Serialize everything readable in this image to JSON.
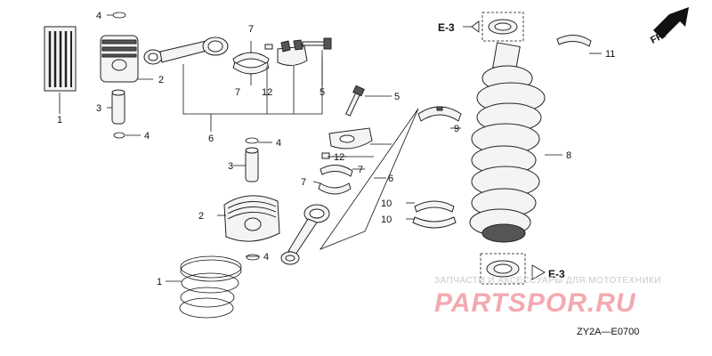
{
  "callouts": {
    "c1a": "1",
    "c1b": "1",
    "c2a": "2",
    "c2b": "2",
    "c3a": "3",
    "c3b": "3",
    "c4a": "4",
    "c4b": "4",
    "c4c": "4",
    "c4d": "4",
    "c5a": "5",
    "c5b": "5",
    "c6a": "6",
    "c6b": "6",
    "c7a": "7",
    "c7b": "7",
    "c7c": "7",
    "c7d": "7",
    "c8": "8",
    "c9": "9",
    "c10a": "10",
    "c10b": "10",
    "c11": "11",
    "c12a": "12",
    "c12b": "12"
  },
  "refs": {
    "top": "E-3",
    "bottom": "E-3"
  },
  "direction": "FR.",
  "watermark": {
    "line1": "ЗАПЧАСТИ И АКСЕССУАРЫ ДЛЯ МОТОТЕХНИКИ",
    "line2": "PARTSPOR.RU"
  },
  "diagram_code": "ZY2A—E0700",
  "colors": {
    "watermark": "#f3a9b0",
    "ink": "#111111"
  }
}
